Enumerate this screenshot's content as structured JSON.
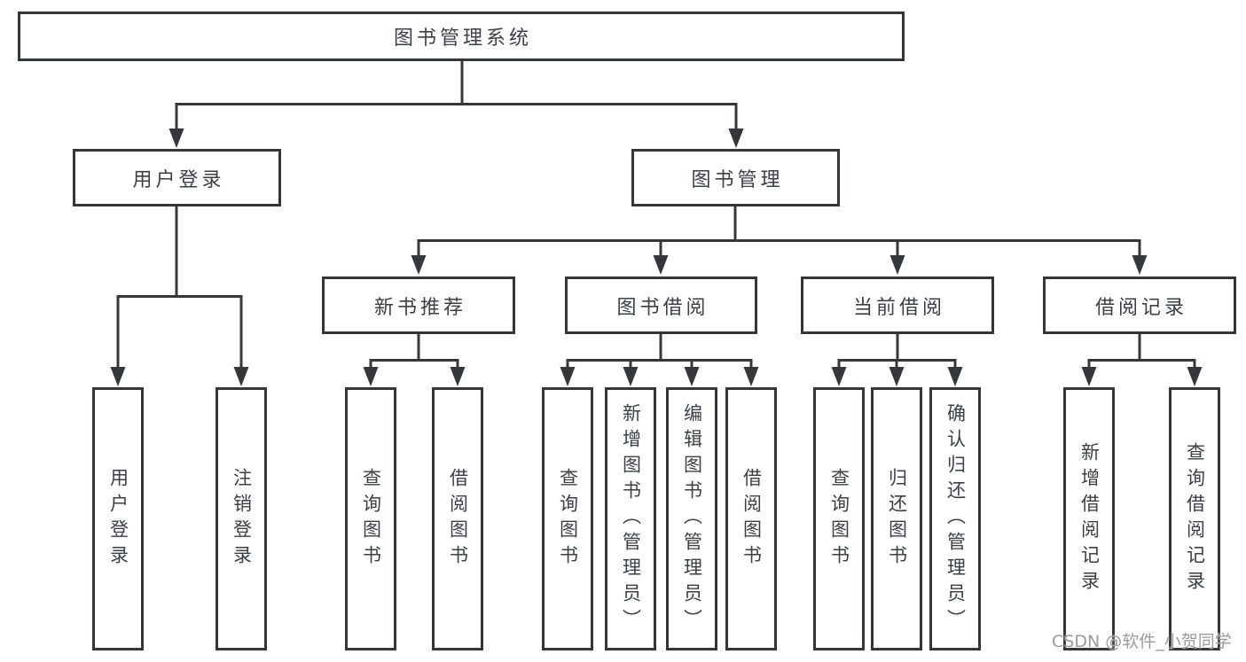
{
  "root": {
    "label": "图书管理系统"
  },
  "level2": {
    "user_login": {
      "label": "用户登录"
    },
    "book_management": {
      "label": "图书管理"
    }
  },
  "level3": {
    "new_book_recommend": {
      "label": "新书推荐"
    },
    "book_borrow": {
      "label": "图书借阅"
    },
    "current_borrow": {
      "label": "当前借阅"
    },
    "borrow_records": {
      "label": "借阅记录"
    }
  },
  "leaves": {
    "user_login_children": [
      {
        "label": "用户登录"
      },
      {
        "label": "注销登录"
      }
    ],
    "new_book_recommend_children": [
      {
        "label": "查询图书"
      },
      {
        "label": "借阅图书"
      }
    ],
    "book_borrow_children": [
      {
        "label": "查询图书"
      },
      {
        "label": "新增图书（管理员）"
      },
      {
        "label": "编辑图书（管理员）"
      },
      {
        "label": "借阅图书"
      }
    ],
    "current_borrow_children": [
      {
        "label": "查询图书"
      },
      {
        "label": "归还图书"
      },
      {
        "label": "确认归还（管理员）"
      }
    ],
    "borrow_records_children": [
      {
        "label": "新增借阅记录"
      },
      {
        "label": "查询借阅记录"
      }
    ]
  },
  "watermark": {
    "text": "CSDN @软件_小贺同学"
  },
  "colors": {
    "line": "#34383c",
    "box_border": "#33373b",
    "text": "#3a4046",
    "background": "#ffffff",
    "watermark": "#9b9b9b"
  }
}
